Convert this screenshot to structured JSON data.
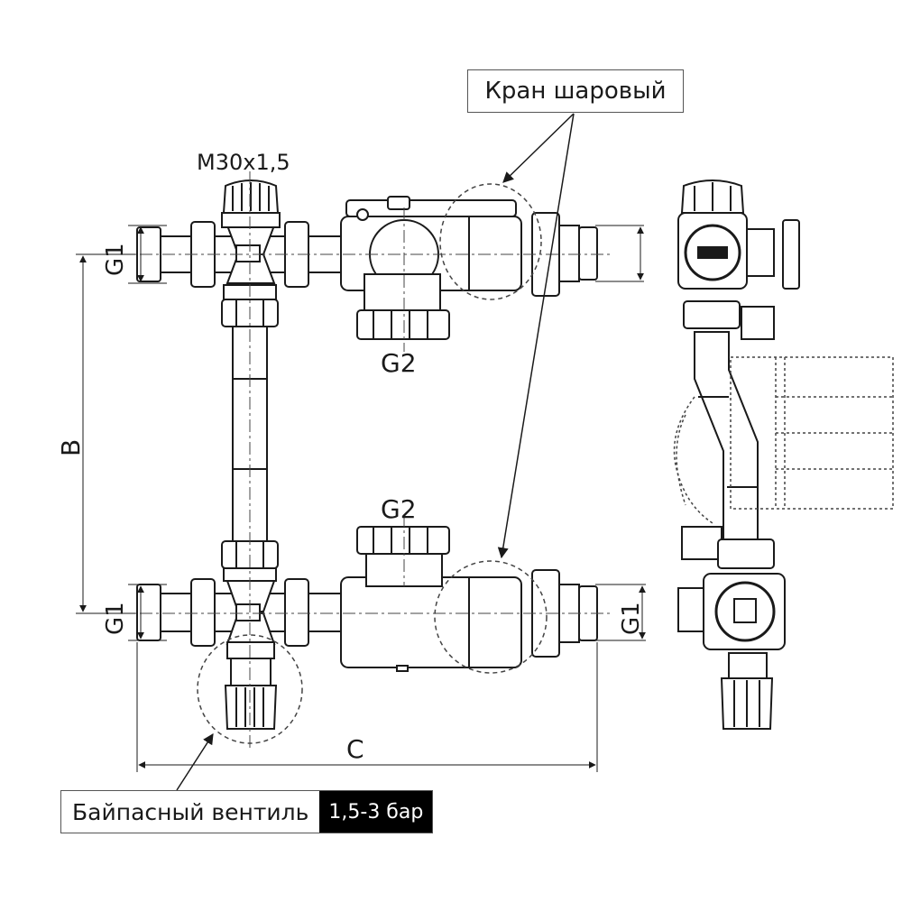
{
  "labels": {
    "thread_m30": "M30x1,5",
    "g1_left_top": "G1",
    "g1_left_bottom": "G1",
    "g1_right_bottom": "G1",
    "g2_top": "G2",
    "g2_bottom": "G2",
    "dim_b": "B",
    "dim_c": "C"
  },
  "callouts": {
    "ball_valve": "Кран шаровый",
    "bypass_valve": "Байпасный вентиль",
    "bypass_pressure": "1,5-3 бар"
  },
  "colors": {
    "line": "#1a1a1a",
    "dash": "#444444",
    "pressure_bg": "#000000"
  }
}
